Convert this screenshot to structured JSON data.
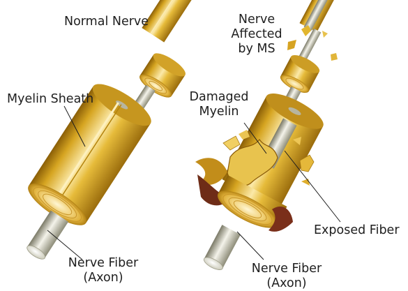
{
  "labels": {
    "normal_nerve": "Normal Nerve",
    "myelin_sheath": "Myelin Sheath",
    "nerve_fiber_left": [
      "Nerve Fiber",
      "(Axon)"
    ],
    "nerve_affected": [
      "Nerve",
      "Affected",
      "by MS"
    ],
    "damaged_myelin": [
      "Damaged",
      "Myelin"
    ],
    "exposed_fiber": "Exposed Fiber",
    "nerve_fiber_right": [
      "Nerve Fiber",
      "(Axon)"
    ]
  },
  "colors": {
    "myelin_light": "#f9e39a",
    "myelin_mid": "#e2b62f",
    "myelin_dark": "#a9780f",
    "axon_light": "#f2f1e6",
    "axon_dark": "#8b8a76",
    "damage_dark": "#6e2c17",
    "text": "#1e1e1e"
  }
}
